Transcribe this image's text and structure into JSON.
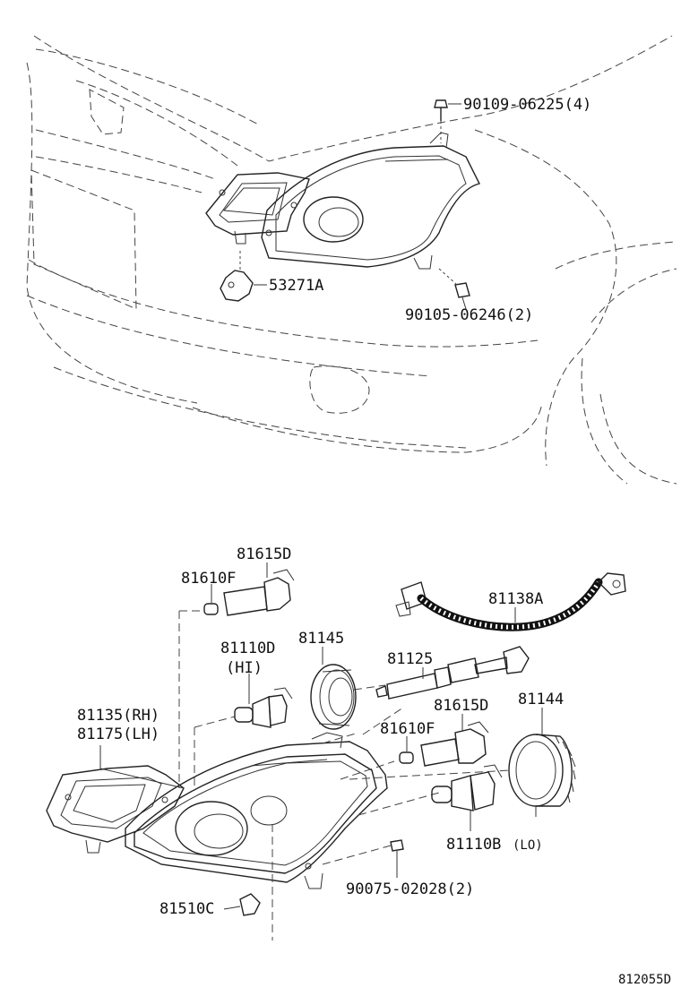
{
  "labels": {
    "bolt_top": "90109-06225(4)",
    "bracket": "53271A",
    "nut_clip": "90105-06246(2)",
    "socket_upper": "81615D",
    "bulb_upper": "81610F",
    "harness": "81138A",
    "bulb_hi": "81110D",
    "hi_tag": "(HI)",
    "cover_small": "81145",
    "adjuster": "81125",
    "headlamp_rh": "81135(RH)",
    "headlamp_lh": "81175(LH)",
    "socket_lower": "81615D",
    "cover_large": "81144",
    "bulb_lower": "81610F",
    "bulb_lo": "81110B",
    "lo_tag": "(LO)",
    "screw": "90075-02028(2)",
    "side_bulb": "81510C",
    "diagram_code": "812055D"
  }
}
